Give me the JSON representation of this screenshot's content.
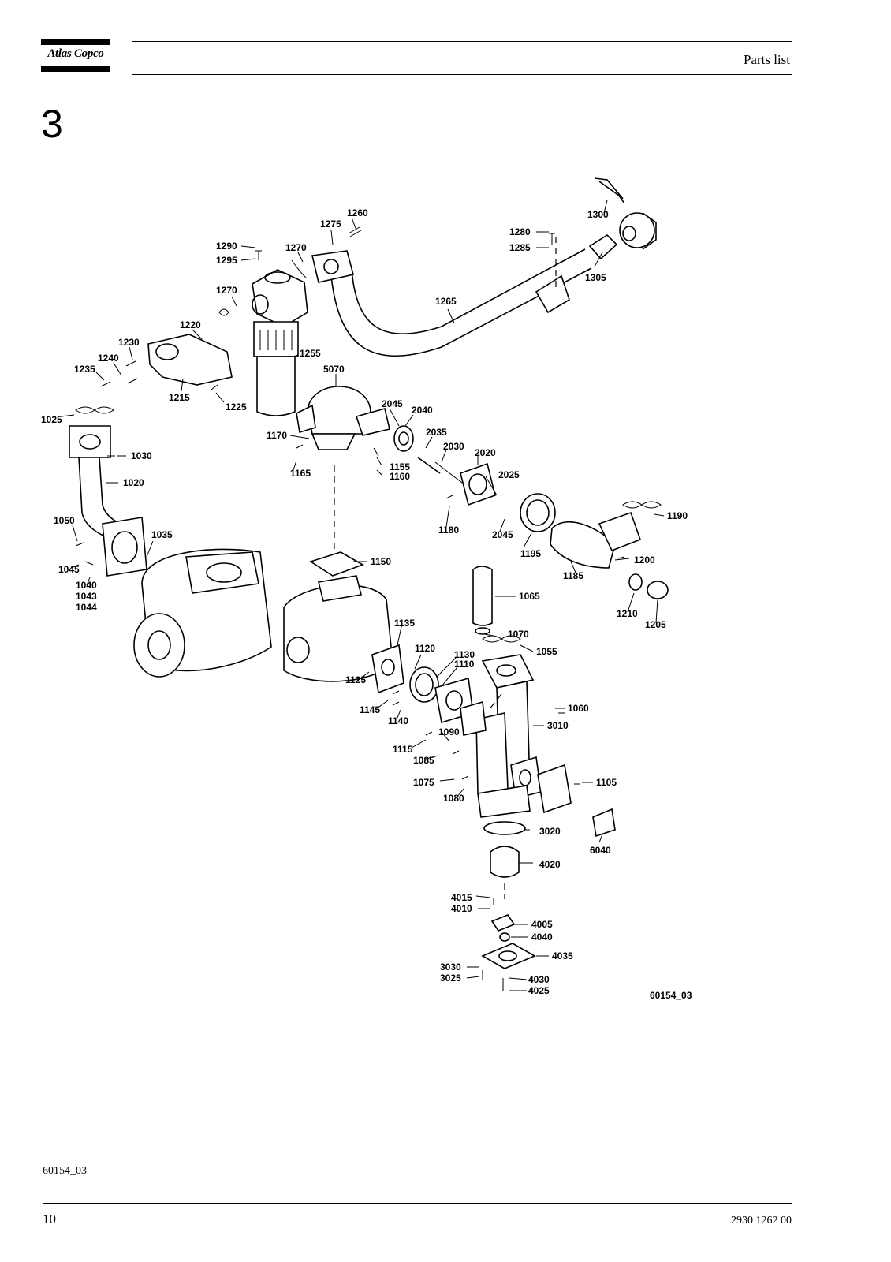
{
  "header": {
    "brand": "Atlas Copco",
    "title": "Parts list"
  },
  "section_number": "3",
  "drawing": {
    "reference": "60154_03",
    "callouts": [
      "1300",
      "1260",
      "1275",
      "1280",
      "1285",
      "1290",
      "1295",
      "1270",
      "1305",
      "1270",
      "1265",
      "1220",
      "1230",
      "1240",
      "1235",
      "1255",
      "5070",
      "1215",
      "1225",
      "1025",
      "1030",
      "1170",
      "2045",
      "2040",
      "2035",
      "2030",
      "2020",
      "1165",
      "1155",
      "1160",
      "2025",
      "1020",
      "1180",
      "1190",
      "1050",
      "2045",
      "1035",
      "1195",
      "1200",
      "1045",
      "1040",
      "1043",
      "1044",
      "1150",
      "1185",
      "1065",
      "1210",
      "1205",
      "1135",
      "1070",
      "1120",
      "1130",
      "1110",
      "1055",
      "1125",
      "1145",
      "1140",
      "1060",
      "3010",
      "1090",
      "1115",
      "1085",
      "1075",
      "1105",
      "1080",
      "3020",
      "6040",
      "4020",
      "4015",
      "4010",
      "4005",
      "4040",
      "4035",
      "3030",
      "3025",
      "4030",
      "4025",
      "60154_03"
    ]
  },
  "footer": {
    "reference": "60154_03",
    "page_number": "10",
    "document_number": "2930 1262 00"
  }
}
